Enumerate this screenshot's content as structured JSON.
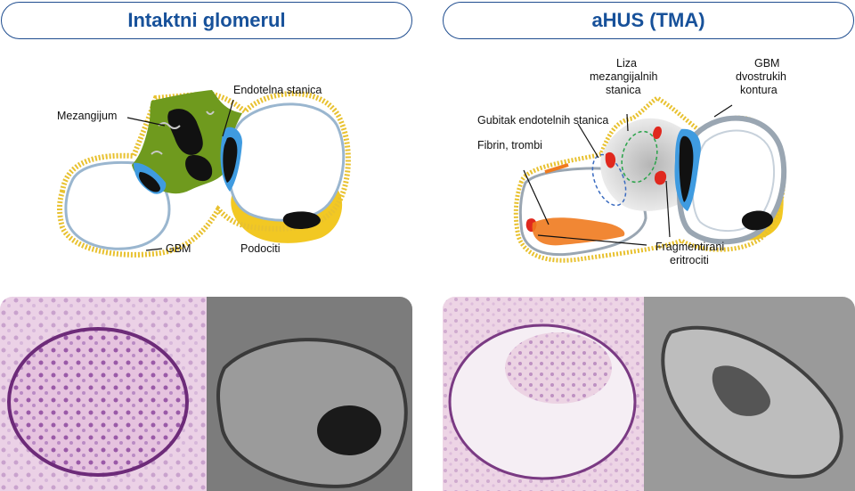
{
  "panels": {
    "left": {
      "title": "Intaktni glomerul",
      "labels": {
        "mesangium": "Mezangijum",
        "endothelial": "Endotelna stanica",
        "gbm": "GBM",
        "podocytes": "Podociti"
      }
    },
    "right": {
      "title": "aHUS (TMA)",
      "labels": {
        "mesangiolysis_l1": "Liza",
        "mesangiolysis_l2": "mezangijalnih",
        "mesangiolysis_l3": "stanica",
        "gbm_double_l1": "GBM",
        "gbm_double_l2": "dvostrukih",
        "gbm_double_l3": "kontura",
        "endothelial_loss": "Gubitak endotelnih stanica",
        "fibrin": "Fibrin, trombi",
        "fragmented_l1": "Fragmentirani",
        "fragmented_l2": "eritrociti"
      }
    }
  },
  "colors": {
    "title_blue": "#17519a",
    "mesangium_green": "#6f9a1e",
    "endothelium_blue": "#3f9be0",
    "podocyte_yellow": "#f2c823",
    "fibrin_orange": "#ef7a1e",
    "erythrocyte_red": "#e0281e",
    "histology_pink": "#d8a7d2",
    "em_gray": "#8a8a8a"
  }
}
